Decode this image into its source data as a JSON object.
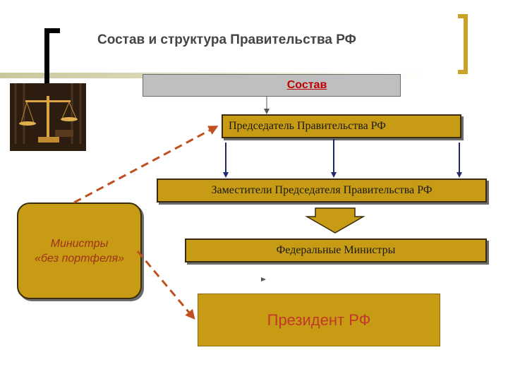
{
  "title": "Состав и структура Правительства РФ",
  "boxes": {
    "sostav": "Состав",
    "chairman": "Председатель Правительства РФ",
    "deputies": "Заместители Председателя Правительства РФ",
    "ministers": "Федеральные Министры",
    "president": "Президент РФ",
    "no_portfolio_line1": "Министры",
    "no_portfolio_line2": "«без портфеля»"
  },
  "colors": {
    "box_fill": "#c79b13",
    "arrow_dashed": "#c0501f",
    "arrow_solid": "#1f2a6b",
    "header_box": "#bfbfbf"
  }
}
